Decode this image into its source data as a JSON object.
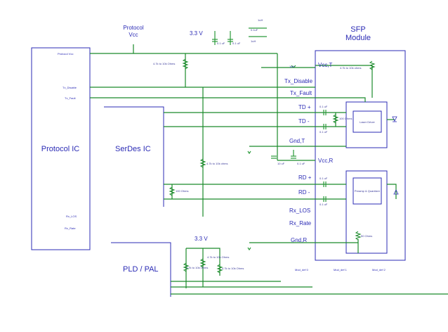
{
  "labels": {
    "protocol_vcc_top": "Protocol",
    "protocol_vcc_top2": "Vcc",
    "supply_top": "3.3 V",
    "sfp_title1": "SFP",
    "sfp_title2": "Module",
    "protocol_ic": "Protocol IC",
    "serdes_ic": "SerDes IC",
    "pld_pal": "PLD / PAL",
    "supply_bottom": "3.3 V",
    "pin_protocol_vcc": "Protocol Vcc",
    "pin_tx_disable": "Tx_Disable",
    "pin_tx_fault": "Tx_Fault",
    "pin_rx_los": "Rx_LOS",
    "pin_rx_rate": "Rx_Rate",
    "sig_1uh": "1uH",
    "sig_vcct": "Vcc,T",
    "sig_tx_disable": "Tx_Disable",
    "sig_tx_fault": "Tx_Fault",
    "sig_td_plus": "TD +",
    "sig_td_minus": "TD -",
    "sig_gndt": "Gnd,T",
    "sig_vccr": "Vcc,R",
    "sig_rd_plus": "RD +",
    "sig_rd_minus": "RD -",
    "sig_rx_los": "Rx_LOS",
    "sig_rate": "Rx_Rate",
    "sig_gndr": "Gnd,R",
    "mod_def0": "Mod_def 0",
    "mod_def1": "Mod_def 1",
    "mod_def2": "Mod_def 2",
    "res_47k_top": "4.7k to 10k Ohms",
    "res_47k_sfp": "4.7k to 10k ohms",
    "res_47k_mid": "4.7k to 10k ohms",
    "res_100": "100 Ohms",
    "res_100_tx": "100 Ohms",
    "res_50": "50 Ohms",
    "res_pld_a": "4.7k to 10k Ohms",
    "res_pld_b": "4.7k to 10k Ohms",
    "res_pld_c": "4.7k to 10k Ohms",
    "cap_01_1": "0.1 uF",
    "cap_01_2": "0.1 uF",
    "cap_01_3": "0.1 uF",
    "cap_01_4": "0.1 uF",
    "cap_10uf": "10 uF",
    "cap_01uf_a": "0.1 uF",
    "cap_top_1": "1uH",
    "cap_top_2": "0.1 uF",
    "cap_top_3": "0.1 uF",
    "cap_mid_1": "0.1uF",
    "cap_mid_2": "1uH",
    "laser_driver": "Laser Driver",
    "preamp": "Preamp & Quantizer"
  }
}
